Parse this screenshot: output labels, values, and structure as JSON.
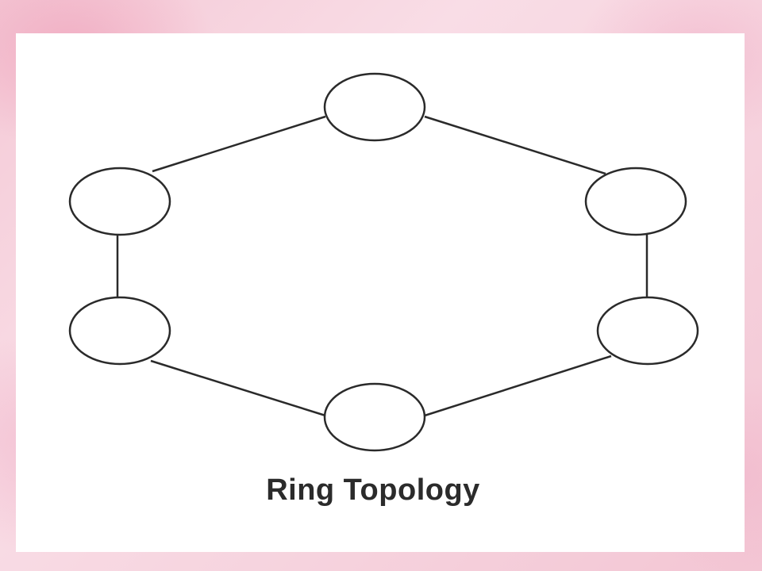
{
  "diagram": {
    "caption": "Ring Topology",
    "nodes": [
      {
        "id": "top"
      },
      {
        "id": "upper-left"
      },
      {
        "id": "upper-right"
      },
      {
        "id": "lower-left"
      },
      {
        "id": "lower-right"
      },
      {
        "id": "bottom"
      }
    ],
    "links": [
      [
        "upper-left",
        "top"
      ],
      [
        "top",
        "upper-right"
      ],
      [
        "upper-right",
        "lower-right"
      ],
      [
        "lower-right",
        "bottom"
      ],
      [
        "bottom",
        "lower-left"
      ],
      [
        "lower-left",
        "upper-left"
      ]
    ],
    "colors": {
      "stroke": "#2a2a2a",
      "node_fill": "#ffffff",
      "panel": "#ffffff",
      "background_accent": "#f4c9d6"
    }
  }
}
